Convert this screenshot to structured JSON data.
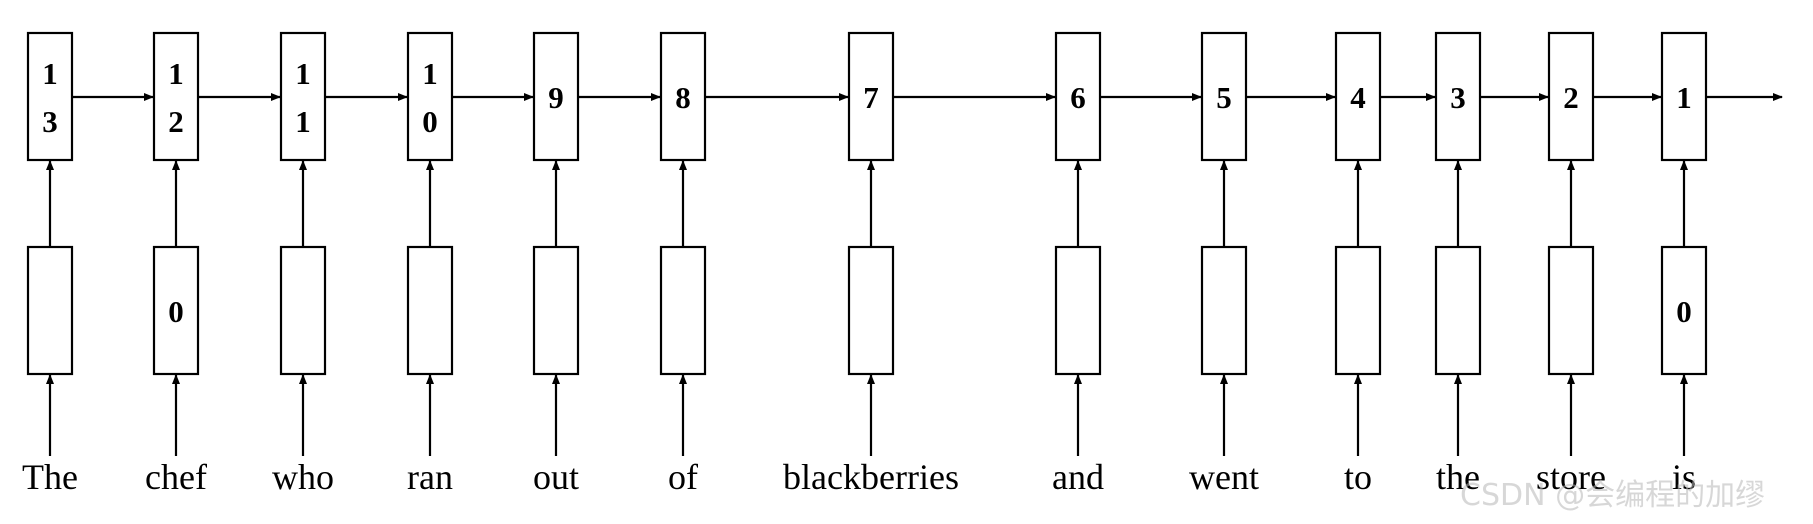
{
  "diagram": {
    "words": [
      "The",
      "chef",
      "who",
      "ran",
      "out",
      "of",
      "blackberries",
      "and",
      "went",
      "to",
      "the",
      "store",
      "is"
    ],
    "top_labels": [
      [
        "1",
        "3"
      ],
      [
        "1",
        "2"
      ],
      [
        "1",
        "1"
      ],
      [
        "1",
        "0"
      ],
      [
        "9"
      ],
      [
        "8"
      ],
      [
        "7"
      ],
      [
        "6"
      ],
      [
        "5"
      ],
      [
        "4"
      ],
      [
        "3"
      ],
      [
        "2"
      ],
      [
        "1"
      ]
    ],
    "bottom_labels": [
      "",
      "0",
      "",
      "",
      "",
      "",
      "",
      "",
      "",
      "",
      "",
      "",
      "0"
    ]
  },
  "watermark": "CSDN @会编程的加缪"
}
